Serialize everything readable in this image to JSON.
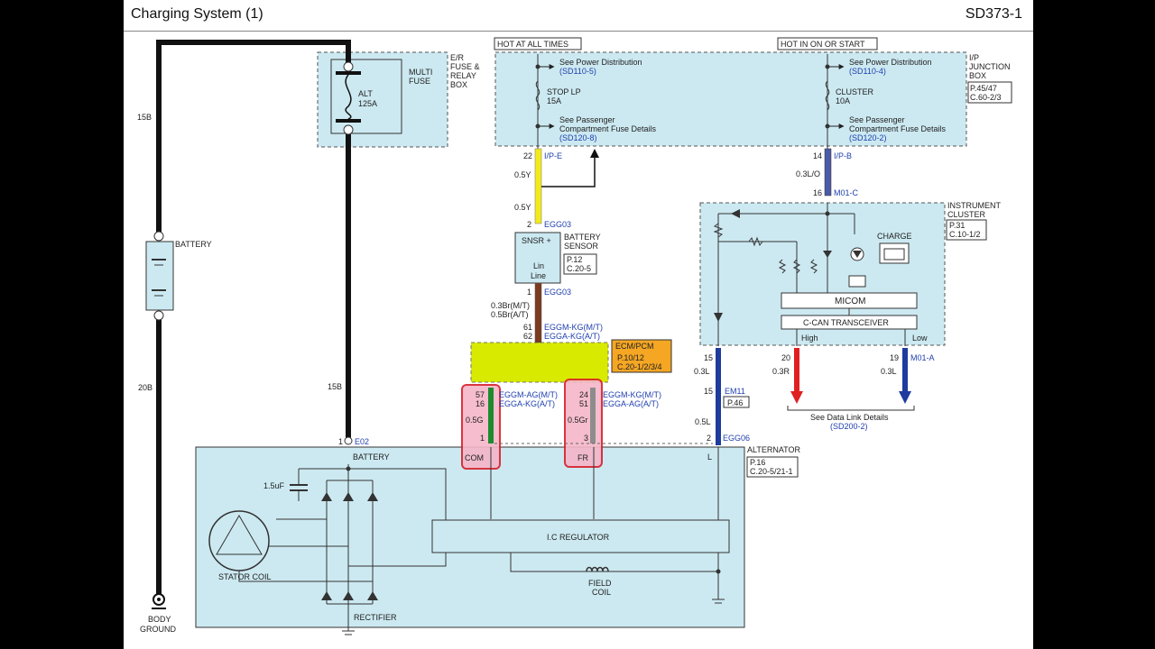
{
  "header": {
    "title": "Charging System (1)",
    "code": "SD373-1"
  },
  "wires": {
    "w15b_top": "15B",
    "w20b": "20B",
    "w15b_right": "15B",
    "w05y_top": "0.5Y",
    "w05y_bot": "0.5Y",
    "w03br": "0.3Br(M/T)",
    "w05br": "0.5Br(A/T)",
    "w05g": "0.5G",
    "w05gr": "0.5Gr",
    "w03lo": "0.3L/O",
    "w03l": "0.3L",
    "w05l": "0.5L",
    "w03r": "0.3R",
    "w03l_b": "0.3L"
  },
  "battery_label": "BATTERY",
  "body_ground": [
    "BODY",
    "GROUND"
  ],
  "er_box": {
    "title": [
      "E/R",
      "FUSE &",
      "RELAY",
      "BOX"
    ],
    "multi_fuse": [
      "MULTI",
      "FUSE"
    ],
    "fuse": [
      "ALT",
      "125A"
    ]
  },
  "hot_left": "HOT AT ALL TIMES",
  "hot_right": "HOT IN ON OR START",
  "ip_box": {
    "title": [
      "I/P",
      "JUNCTION",
      "BOX"
    ],
    "ref": [
      "P.45/47",
      "C.60-2/3"
    ],
    "left": {
      "see_power": "See Power Distribution",
      "see_power_ref": "(SD110-5)",
      "fuse": [
        "STOP LP",
        "15A"
      ],
      "see_pass": [
        "See Passenger",
        "Compartment Fuse Details"
      ],
      "see_pass_ref": "(SD120-8)",
      "pin": "22",
      "conn": "I/P-E"
    },
    "right": {
      "see_power": "See Power Distribution",
      "see_power_ref": "(SD110-4)",
      "fuse": [
        "CLUSTER",
        "10A"
      ],
      "see_pass": [
        "See Passenger",
        "Compartment Fuse Details"
      ],
      "see_pass_ref": "(SD120-2)",
      "pin": "14",
      "conn": "I/P-B"
    }
  },
  "battery_sensor": {
    "title": [
      "BATTERY",
      "SENSOR"
    ],
    "ref": [
      "P.12",
      "C.20-5"
    ],
    "inner": [
      "SNSR +",
      "Lin",
      "Line"
    ],
    "pin_top": "2",
    "conn_top": "EGG03",
    "pin_bot": "1",
    "conn_bot": "EGG03"
  },
  "ecm": {
    "title": "ECM/PCM",
    "ref": [
      "P.10/12",
      "C.20-1/2/3/4"
    ],
    "pin_a1": "61",
    "conn_a1": "EGGM-KG(M/T)",
    "pin_a2": "62",
    "conn_a2": "EGGA-KG(A/T)",
    "pin_b1": "57",
    "conn_b1": "EGGM-AG(M/T)",
    "pin_b2": "16",
    "conn_b2": "EGGA-KG(A/T)",
    "pin_c1": "24",
    "conn_c1": "EGGM-KG(M/T)",
    "pin_c2": "51",
    "conn_c2": "EGGA-AG(A/T)"
  },
  "cluster": {
    "title": [
      "INSTRUMENT",
      "CLUSTER"
    ],
    "ref": [
      "P.31",
      "C.10-1/2"
    ],
    "pin_top": "16",
    "conn_top": "M01-C",
    "charge": "CHARGE",
    "micom": "MICOM",
    "ccan": "C-CAN TRANSCEIVER",
    "high": "High",
    "low": "Low",
    "pin_15": "15",
    "pin_20": "20",
    "pin_19": "19",
    "conn_low": "M01-A",
    "data_link": [
      "See Data Link Details",
      "(SD200-2)"
    ]
  },
  "em11": {
    "pin": "15",
    "conn": "EM11",
    "ref": "P.46"
  },
  "alternator": {
    "title": "ALTERNATOR",
    "ref": [
      "P.16",
      "C.20-5/21-1"
    ],
    "pin_batt": "1",
    "conn_batt": "E02",
    "pin_com": "1",
    "pin_fr": "3",
    "pin_l": "2",
    "conn_l": "EGG06",
    "battery": "BATTERY",
    "com": "COM",
    "fr": "FR",
    "l": "L",
    "cap": "1.5uF",
    "regulator": "I.C REGULATOR",
    "stator": "STATOR COIL",
    "field": [
      "FIELD",
      "COIL"
    ],
    "rectifier": "RECTIFIER"
  }
}
